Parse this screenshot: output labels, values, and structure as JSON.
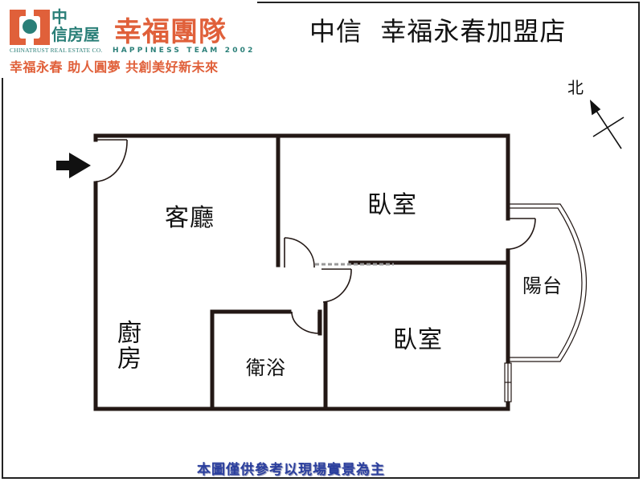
{
  "header": {
    "brand_cn_line1": "中",
    "brand_cn_line2": "信房屋",
    "brand_en": "CHINATRUST REAL ESTATE CO.",
    "team_cn": "幸福團隊",
    "team_en": "HAPPINESS TEAM 2002",
    "slogan": "幸福永春 助人圓夢 共創美好新未來",
    "store_title": "中信  幸福永春加盟店",
    "colors": {
      "brand_orange": "#e0603a",
      "brand_teal": "#2a7f78"
    }
  },
  "compass": {
    "label": "北",
    "icon": "north-arrow-icon"
  },
  "floor_plan": {
    "rooms": [
      {
        "id": "living-room",
        "label": "客廳"
      },
      {
        "id": "bedroom-1",
        "label": "臥室"
      },
      {
        "id": "bedroom-2",
        "label": "臥室"
      },
      {
        "id": "balcony",
        "label": "陽台"
      },
      {
        "id": "kitchen",
        "label": "廚房"
      },
      {
        "id": "bathroom",
        "label": "衛浴"
      }
    ],
    "entrance_icon": "entrance-arrow-icon",
    "wall_color": "#231815"
  },
  "footer": {
    "disclaimer": "本圖僅供參考以現場實景為主",
    "disclaimer_color": "#2b3f9e"
  }
}
